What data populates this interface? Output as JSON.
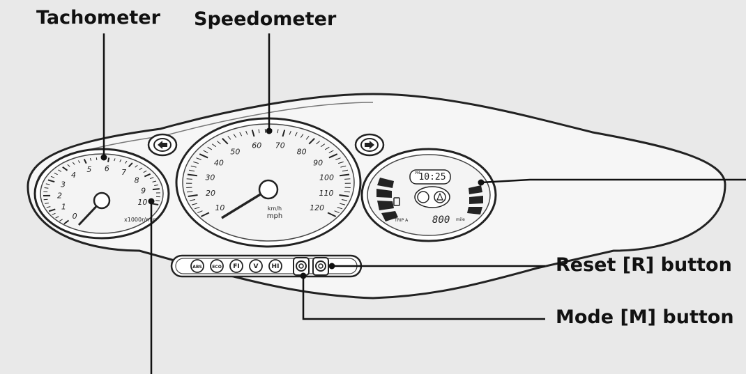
{
  "labels": {
    "tachometer": "Tachometer",
    "speedometer": "Speedometer",
    "reset_button": "Reset [R] button",
    "mode_button": "Mode [M] button"
  },
  "gauges": {
    "tachometer": {
      "numbers": [
        "0",
        "1",
        "2",
        "3",
        "4",
        "5",
        "6",
        "7",
        "8",
        "9",
        "10"
      ],
      "unit": "x1000r/min"
    },
    "speedometer": {
      "mph_numbers": [
        "10",
        "20",
        "30",
        "40",
        "50",
        "60",
        "70",
        "80",
        "90",
        "100",
        "110",
        "120"
      ],
      "unit_top": "km/h",
      "unit_bottom": "mph"
    },
    "display": {
      "clock": "10:25",
      "clock_prefix": "PM",
      "odometer": "800",
      "odometer_unit": "mile",
      "trip_label": "TRIP A"
    }
  },
  "indicator_panel": {
    "indicators": [
      "ABS",
      "ECO",
      "FI",
      "V",
      "HI"
    ]
  },
  "colors": {
    "background": "#e9e9e9",
    "ink": "#111111",
    "panel_fill": "#f7f7f7"
  }
}
